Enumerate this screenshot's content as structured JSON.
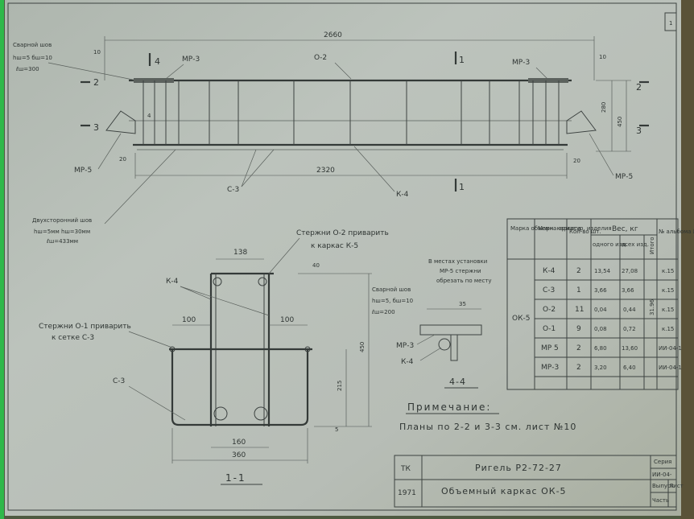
{
  "elevation": {
    "overall_length": "2660",
    "inner_length": "2320",
    "end_offset": "20",
    "top_offset_left": "10",
    "top_offset_right": "10",
    "height_280": "280",
    "height_450": "450",
    "bottom_offset": "20",
    "weld_note": [
      "Сварной шов",
      "hш=5  бш=10",
      "ℓш=300"
    ],
    "double_weld_note": [
      "Двухсторонний шов",
      "hш=5мм  hш=30мм",
      "ℓш=433мм"
    ],
    "labels": {
      "mp3_left": "МР-3",
      "mp3_right": "МР-3",
      "o2": "О-2",
      "mp5_left": "МР-5",
      "mp5_right": "МР-5",
      "c3": "С-3",
      "k4": "К-4",
      "cut2": "2",
      "cut3": "3",
      "cut4": "4",
      "cut1": "1",
      "cut4_small": "4"
    }
  },
  "section11": {
    "title": "1-1",
    "note_o2": [
      "Стержни О-2 приварить",
      "к каркас К-5"
    ],
    "note_o1": [
      "Стержни О-1 приварить",
      "к сетке С-3"
    ],
    "label_k4": "К-4",
    "label_c3": "С-3",
    "dim_138": "138",
    "dim_100_left": "100",
    "dim_100_right": "100",
    "dim_160": "160",
    "dim_360": "360",
    "dim_450": "450",
    "dim_215": "215",
    "dim_5": "5",
    "dim_40": "40"
  },
  "section44": {
    "title": "4-4",
    "note_mp5": [
      "В местах установки",
      "МР-5  стержни",
      "обрезать по месту"
    ],
    "weld": [
      "Сварной шов",
      "hш=5, бш=10",
      "ℓш=200"
    ],
    "dim_35": "35",
    "label_mp3": "МР-3",
    "label_k4": "К-4"
  },
  "table": {
    "headers": [
      "Марка объемн. каркаса",
      "Марка арматур. изделия",
      "Кол-во шт.",
      "Вес, кг",
      "одного изд.",
      "всех изд.",
      "Итого",
      "№ альбома № листа"
    ],
    "group_mark": "ОК-5",
    "total": "31.96",
    "rows": [
      {
        "mark": "К-4",
        "qty": "2",
        "one": "13,54",
        "all": "27,08",
        "ref": "к.15"
      },
      {
        "mark": "С-3",
        "qty": "1",
        "one": "3,66",
        "all": "3,66",
        "ref": "к.15"
      },
      {
        "mark": "О-2",
        "qty": "11",
        "one": "0,04",
        "all": "0,44",
        "ref": "к.15"
      },
      {
        "mark": "О-1",
        "qty": "9",
        "one": "0,08",
        "all": "0,72",
        "ref": "к.15"
      },
      {
        "mark": "МР 5",
        "qty": "2",
        "one": "6,80",
        "all": "13,60",
        "ref": "ИИ-04-1"
      },
      {
        "mark": "МР-3",
        "qty": "2",
        "one": "3,20",
        "all": "6,40",
        "ref": "ИИ-04-1"
      }
    ]
  },
  "note": {
    "heading": "Примечание:",
    "text": "Планы по 2-2 и 3-3 см. лист №10"
  },
  "title_block": {
    "org": "ТК",
    "year": "1971",
    "name1": "Ригель Р2-72-27",
    "name2": "Объемный каркас ОК-5",
    "series_label": "Серия",
    "series": "ИИ-04-",
    "issue_label": "Выпуск",
    "part_label": "Часть",
    "sheet_label": "Лист",
    "corner": "1"
  }
}
